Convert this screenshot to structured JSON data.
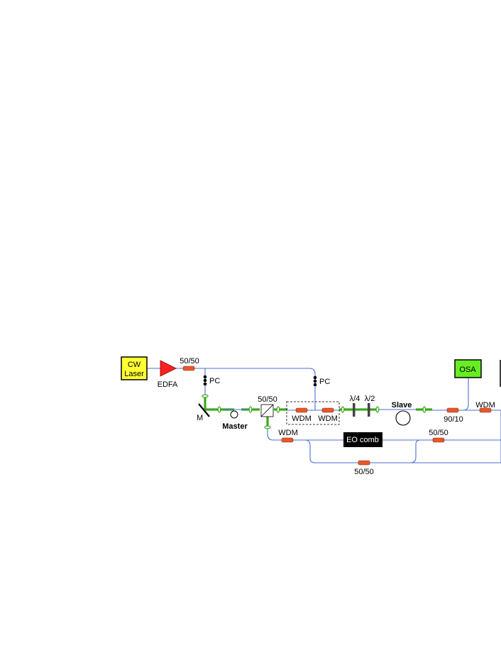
{
  "diagram": {
    "cw_laser": {
      "line1": "CW",
      "line2": "Laser",
      "color": "#ffff33"
    },
    "edfa": {
      "label": "EDFA",
      "color": "#ff2020"
    },
    "osa": {
      "label": "OSA",
      "color": "#66ee22"
    },
    "eo_comb": {
      "label": "EO comb",
      "color": "#000000"
    },
    "labels": {
      "coupler_top": "50/50",
      "pc_left": "PC",
      "pc_right": "PC",
      "mirror": "M",
      "master": "Master",
      "beamsplitter": "50/50",
      "wdm_box_left": "WDM",
      "wdm_box_right": "WDM",
      "quarter_wave": "λ/4",
      "half_wave": "λ/2",
      "slave": "Slave",
      "coupler_90_10": "90/10",
      "wdm_right": "WDM",
      "wdm_lower": "WDM",
      "coupler_mid": "50/50",
      "coupler_bottom": "50/50"
    },
    "colors": {
      "fiber": "#4a6fd4",
      "free_space": "#3aa81a",
      "coupler": "#e8582a"
    }
  }
}
